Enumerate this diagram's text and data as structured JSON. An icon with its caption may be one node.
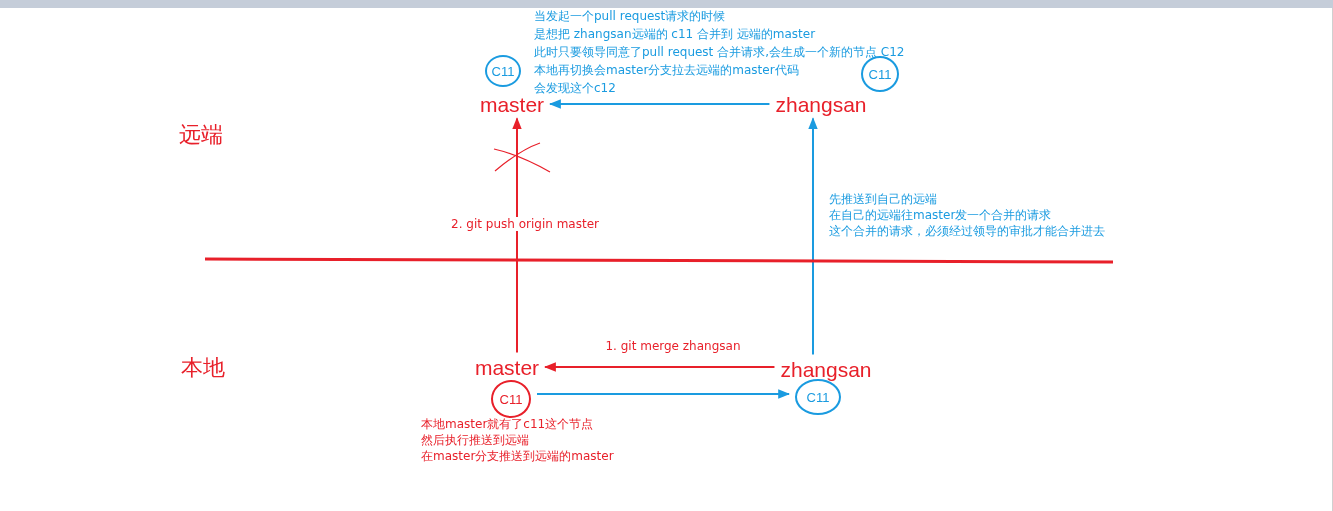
{
  "diagram": {
    "nodes": [
      {
        "text": [
          "master"
        ]
      },
      {
        "text": [
          "zhangsan"
        ]
      },
      {
        "text": [
          "master"
        ]
      },
      {
        "text": [
          "zhangsan"
        ]
      },
      {
        "text": [
          "C11"
        ]
      },
      {
        "text": [
          "C11"
        ]
      },
      {
        "text": [
          "C11"
        ]
      },
      {
        "text": [
          "C11"
        ]
      }
    ],
    "edges": [
      {
        "from": 1,
        "to": 0,
        "arrow": "to",
        "color": "#1a9be0"
      },
      {
        "from": 3,
        "to": 1,
        "arrow": "to",
        "color": "#1a9be0"
      },
      {
        "from": 2,
        "to": 0,
        "arrow": "to",
        "label": "2. git push origin master",
        "color": "#e8202a"
      },
      {
        "from": 3,
        "to": 2,
        "arrow": "to",
        "label": "1. git merge zhangsan",
        "color": "#e8202a"
      },
      {
        "from": 6,
        "to": 7,
        "arrow": "to",
        "color": "#1a9be0"
      }
    ],
    "labels": [
      "当发起一个pull request请求的时候",
      "是想把 zhangsan远端的 c11 合并到 远端的master",
      "此时只要领导同意了pull request 合并请求,会生成一个新的节点 C12",
      "本地再切换会master分支拉去远端的master代码",
      "会发现这个c12",
      "远端",
      "先推送到自己的远端",
      "在自己的远端往master发一个合并的请求",
      "这个合并的请求，必须经过领导的审批才能合并进去",
      "本地",
      "本地master就有了c11这个节点",
      "然后执行推送到远端",
      "在master分支推送到远端的master"
    ]
  }
}
